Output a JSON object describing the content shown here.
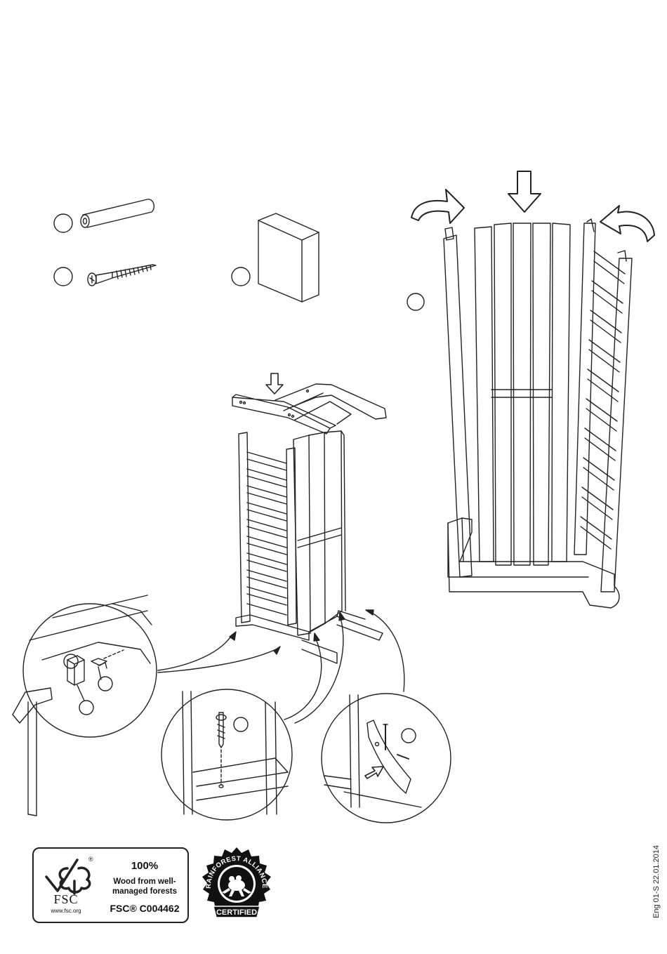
{
  "fsc_label": {
    "percent": "100%",
    "description_line1": "Wood from well-",
    "description_line2": "managed forests",
    "brand": "FSC",
    "registered_mark": "®",
    "license_code": "FSC® C004462",
    "website": "www.fsc.org"
  },
  "rainforest_seal": {
    "ring_text": "RAINFOREST ALLIANCE",
    "banner_text": "CERTIFIED",
    "colors": {
      "seal": "#111111",
      "frog": "#ffffff"
    }
  },
  "document_code": "Eng 01-S 22.01.2014",
  "icons": [
    "dowel-icon",
    "screw-icon",
    "wood-block-icon",
    "hammer-icon",
    "arrow-down-icon",
    "curved-arrow-icon"
  ],
  "colors": {
    "line": "#222222",
    "background": "#ffffff"
  }
}
